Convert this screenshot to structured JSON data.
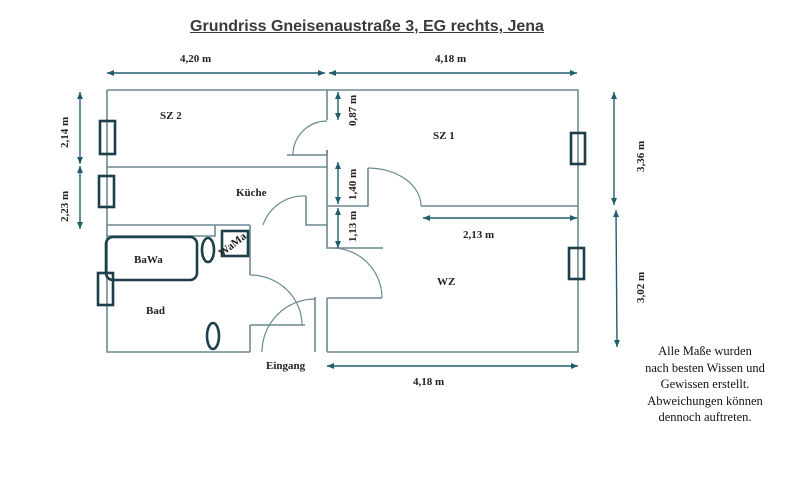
{
  "title": "Grundriss  Gneisenaustraße 3, EG rechts, Jena",
  "rooms": {
    "sz2": "SZ 2",
    "sz1": "SZ 1",
    "kueche": "Küche",
    "bawa": "BaWa",
    "wama": "WaMa",
    "bad": "Bad",
    "wz": "WZ",
    "eingang": "Eingang"
  },
  "dimensions": {
    "top_left": "4,20 m",
    "top_right": "4,18 m",
    "left_upper": "2,14 m",
    "left_lower": "2,23 m",
    "inner_087": "0,87 m",
    "inner_140": "1,40 m",
    "inner_113": "1,13 m",
    "wz_wall": "2,13 m",
    "right_upper": "3,36 m",
    "right_lower": "3,02 m",
    "bottom": "4,18 m"
  },
  "note": "Alle Maße wurden nach besten Wissen und Gewissen erstellt. Abweichungen können dennoch auftreten.",
  "colors": {
    "walls": "#6a8a90",
    "dimension_arrows": "#1f5f6b",
    "fixtures": "#1d3f4a"
  }
}
